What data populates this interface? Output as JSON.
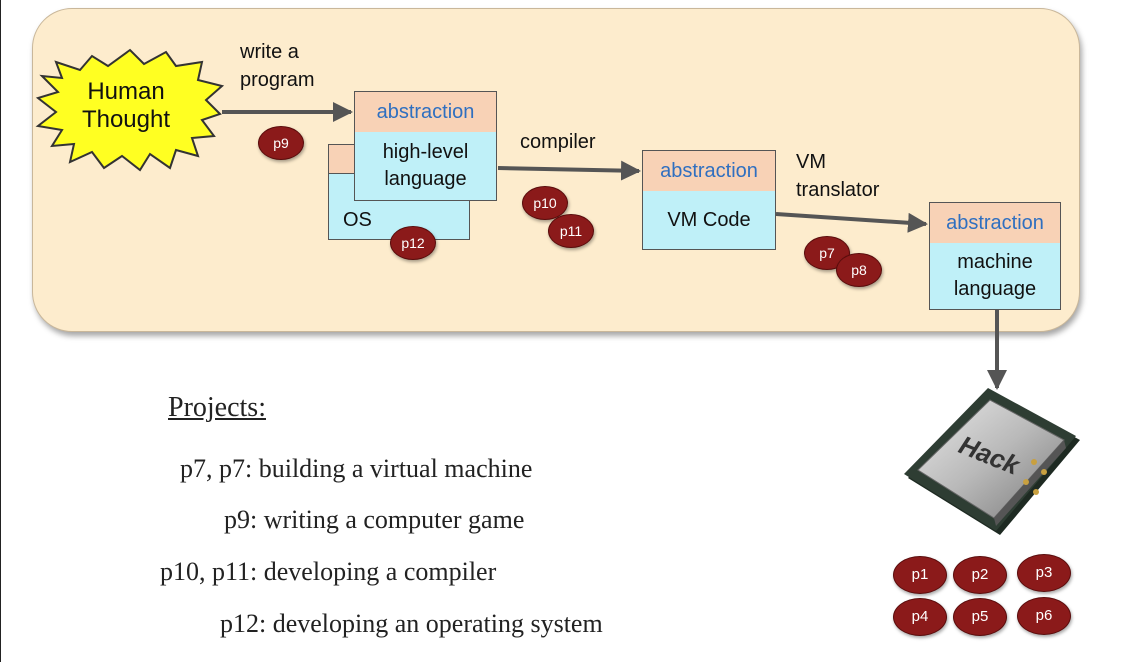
{
  "flow": {
    "human_thought": "Human Thought",
    "write_program": "write a program",
    "compiler": "compiler",
    "vm_translator": "VM translator"
  },
  "boxes": {
    "high_level": {
      "head": "abstraction",
      "body": "high-level language"
    },
    "os": {
      "body": "OS"
    },
    "vm_code": {
      "head": "abstraction",
      "body": "VM Code"
    },
    "machine": {
      "head": "abstraction",
      "body": "machine language"
    }
  },
  "badges": {
    "p9": "p9",
    "p10": "p10",
    "p11": "p11",
    "p12": "p12",
    "p7": "p7",
    "p8": "p8",
    "hw": [
      "p1",
      "p2",
      "p3",
      "p4",
      "p5",
      "p6"
    ]
  },
  "chip": {
    "label": "Hack"
  },
  "projects": {
    "title": "Projects:",
    "lines": [
      "p7, p7:  building a virtual machine",
      "p9:  writing a computer game",
      "p10, p11:  developing a compiler",
      "p12:  developing an operating system"
    ]
  },
  "colors": {
    "panel": "#fdeccd",
    "box_head": "#f8d2b6",
    "box_body": "#bff0f8",
    "abstraction_text": "#2f6fc0",
    "badge": "#8b1a1a",
    "burst": "#ffff22",
    "arrow": "#555555"
  }
}
